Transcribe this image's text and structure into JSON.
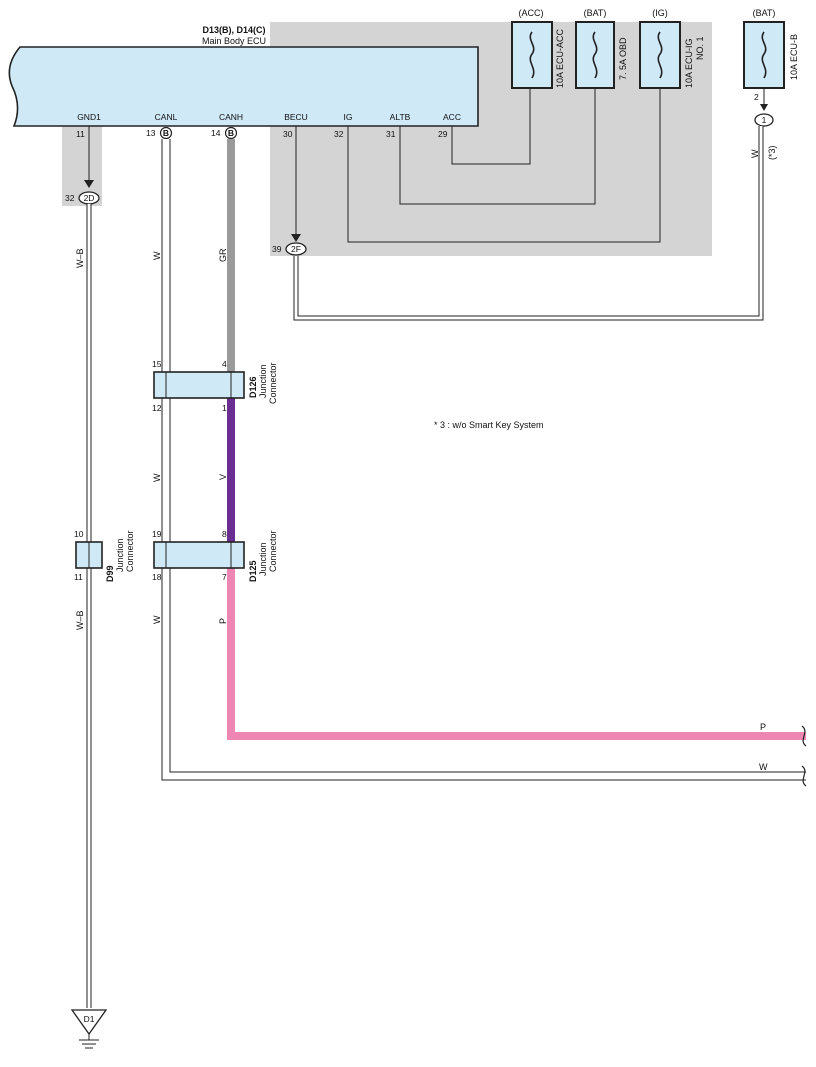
{
  "colors": {
    "ecu_fill": "#cfe9f7",
    "shade": "#d4d4d4",
    "wire_gr": "#9a9a9a",
    "wire_v": "#6a2e92",
    "wire_p": "#ee86b4",
    "wire_w": "#ffffff",
    "outline": "#222222"
  },
  "ecu": {
    "title": "D13(B), D14(C)",
    "subtitle": "Main Body ECU",
    "terminals": {
      "gnd1": "GND1",
      "canl": "CANL",
      "canh": "CANH",
      "becu": "BECU",
      "ig": "IG",
      "altb": "ALTB",
      "acc": "ACC"
    },
    "pins": {
      "gnd1": "11",
      "canl": "13",
      "canh": "14",
      "becu": "30",
      "ig": "32",
      "altb": "31",
      "acc": "29"
    },
    "connector_letter": "B"
  },
  "fuses": {
    "acc": {
      "source": "(ACC)",
      "name": "10A ECU-ACC"
    },
    "obd": {
      "source": "(BAT)",
      "name": "7. 5A OBD"
    },
    "ig": {
      "source": "(IG)",
      "name_line1": "10A ECU-IG",
      "name_line2": "NO. 1"
    },
    "ecub": {
      "source": "(BAT)",
      "name": "10A ECU-B"
    }
  },
  "ecub_pins": {
    "top": "2",
    "conn": "1"
  },
  "connectors": {
    "c2d": {
      "pin": "32",
      "label": "2D"
    },
    "c2f": {
      "pin": "39",
      "label": "2F"
    }
  },
  "wires": {
    "w_b": "W–B",
    "w": "W",
    "gr": "GR",
    "v": "V",
    "p": "P",
    "note_ref": "(*3)"
  },
  "junctions": {
    "d126": {
      "id": "D126",
      "line1": "Junction",
      "line2": "Connector",
      "pins": {
        "tl": "15",
        "tr": "4",
        "bl": "12",
        "br": "1"
      }
    },
    "d125": {
      "id": "D125",
      "line1": "Junction",
      "line2": "Connector",
      "pins": {
        "tl": "19",
        "tr": "8",
        "bl": "18",
        "br": "7"
      }
    },
    "d99": {
      "id": "D99",
      "line1": "Junction",
      "line2": "Connector",
      "pins": {
        "t": "10",
        "b": "11"
      }
    }
  },
  "note": "* 3 : w/o Smart Key System",
  "ground": {
    "label": "D1"
  }
}
